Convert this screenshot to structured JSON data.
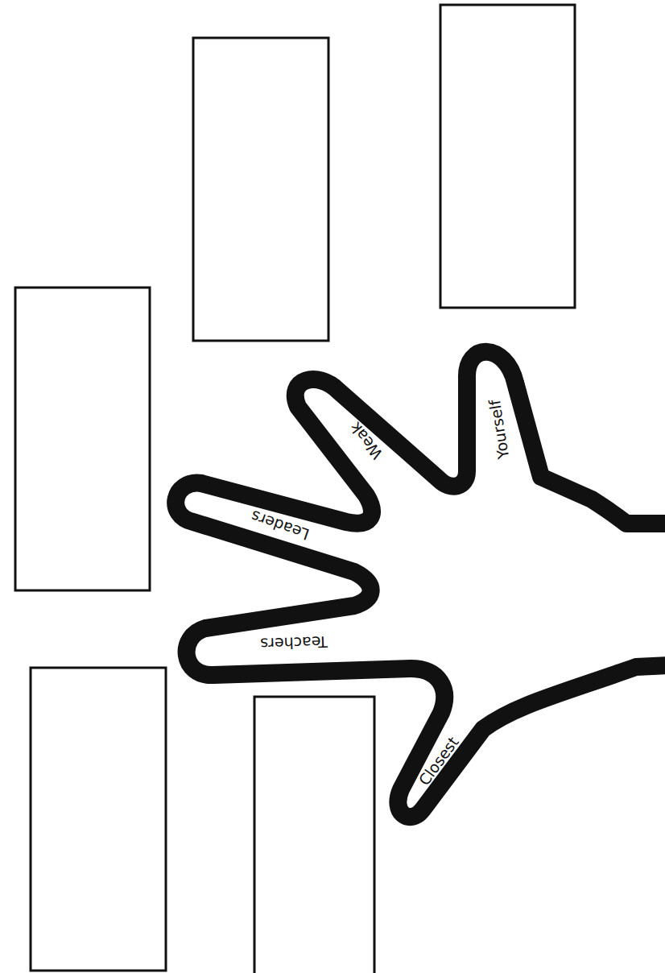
{
  "diagram": {
    "labels": [
      "Yourself",
      "Weak",
      "Leaders",
      "Teachers",
      "Closest"
    ]
  }
}
